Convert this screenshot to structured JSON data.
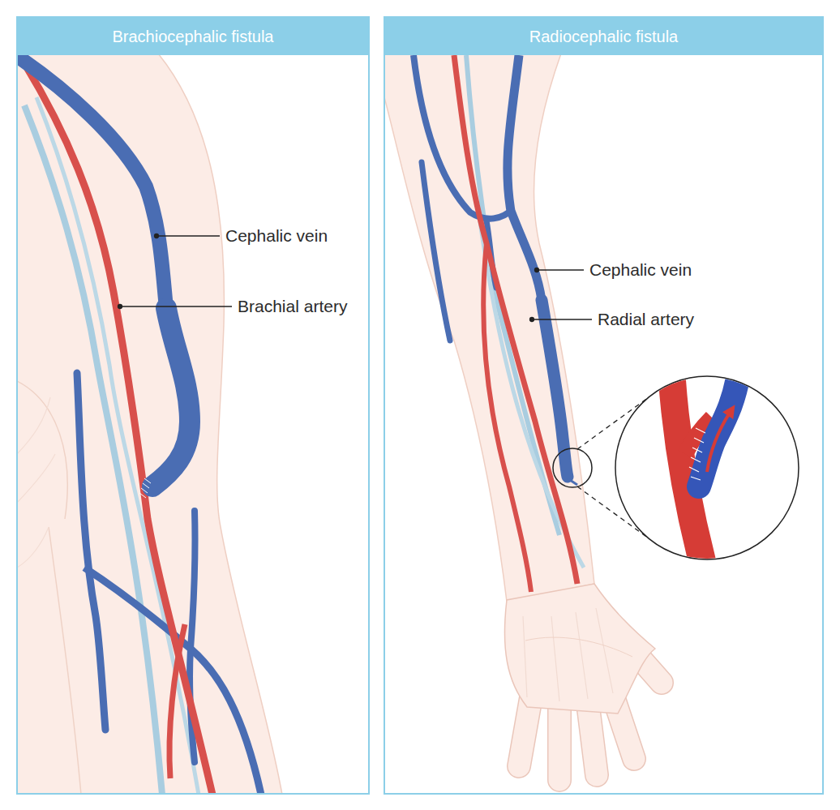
{
  "diagram": {
    "nodes": [
      {
        "text": [
          "Brachiocephalic fistula"
        ]
      },
      {
        "text": [
          "Radiocephalic fistula"
        ]
      }
    ],
    "edges": [],
    "labels": [
      "Cephalic vein",
      "Brachial artery",
      "Cephalic vein",
      "Radial artery"
    ]
  }
}
